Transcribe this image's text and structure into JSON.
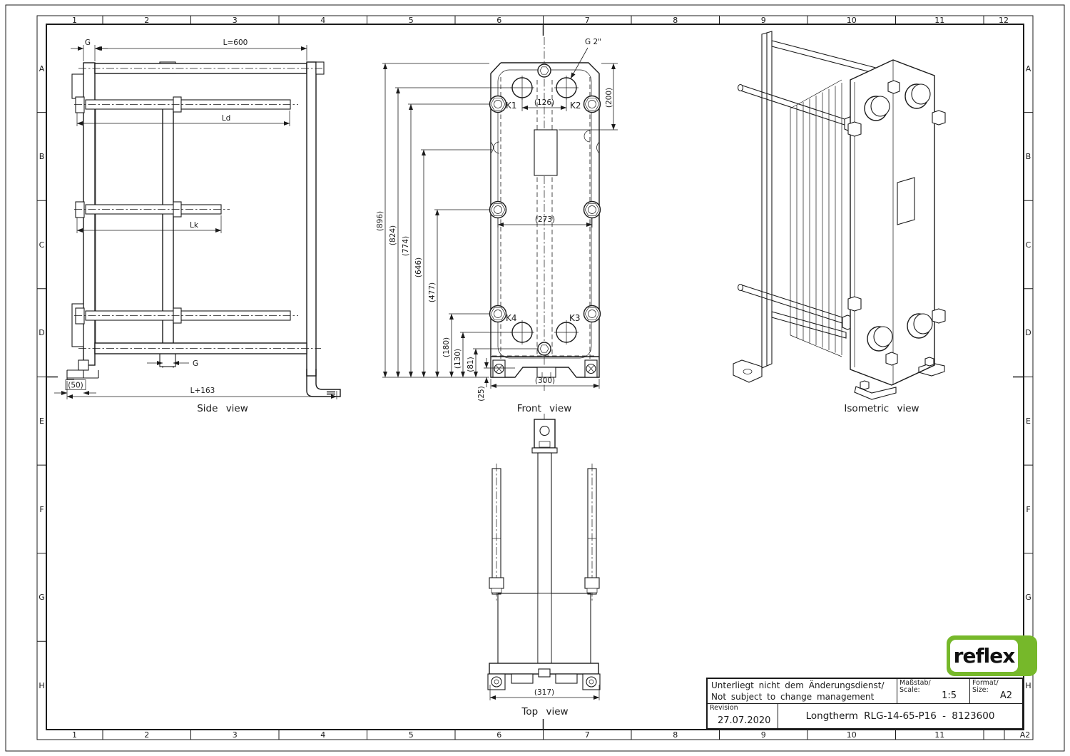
{
  "frame": {
    "cols": [
      "1",
      "2",
      "3",
      "4",
      "5",
      "6",
      "7",
      "8",
      "9",
      "10",
      "11",
      "12"
    ],
    "rows": [
      "A",
      "B",
      "C",
      "D",
      "E",
      "F",
      "G",
      "H"
    ],
    "sheet_size_corner": "A2"
  },
  "title_block": {
    "note_line1": "Unterliegt nicht dem Änderungsdienst/",
    "note_line2": "Not subject to change management",
    "scale_label_de": "Maßstab/",
    "scale_label_en": "Scale:",
    "scale_value": "1:5",
    "format_label_de": "Format/",
    "format_label_en": "Size:",
    "format_value": "A2",
    "revision_label": "Revision",
    "revision_date": "27.07.2020",
    "drawing_title": "Longtherm RLG-14-65-P16 - 8123600"
  },
  "logo": {
    "text": "reflex",
    "green": "#76b82a"
  },
  "views": {
    "side": {
      "caption": "Side view",
      "dim_g_top": "G",
      "dim_length": "L=600",
      "dim_ld": "Ld",
      "dim_lk": "Lk",
      "dim_g_bottom": "G",
      "dim_foot": "(50)",
      "dim_total": "L+163"
    },
    "front": {
      "caption": "Front view",
      "port_k1": "K1",
      "port_k2": "K2",
      "port_k3": "K3",
      "port_k4": "K4",
      "connection_size": "G 2\"",
      "dim_width_ports": "(126)",
      "dim_height_top": "(200)",
      "dim_width_bolts": "(273)",
      "dim_width_feet": "(300)",
      "cascade": [
        "(896)",
        "(824)",
        "(774)",
        "(646)",
        "(477)",
        "(180)",
        "(130)",
        "(81)",
        "(25)"
      ]
    },
    "top": {
      "caption": "Top view",
      "dim_width": "(317)"
    },
    "iso": {
      "caption": "Isometric view"
    }
  }
}
